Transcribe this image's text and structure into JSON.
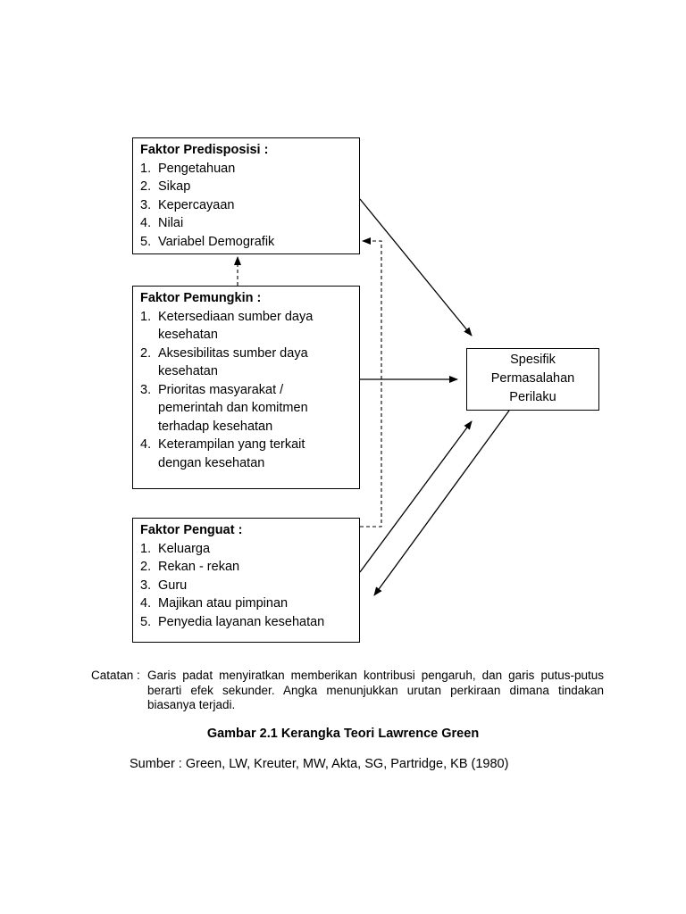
{
  "diagram": {
    "predisposisi": {
      "title": "Faktor Predisposisi :",
      "items": [
        {
          "num": "1.",
          "lines": [
            "Pengetahuan"
          ]
        },
        {
          "num": "2.",
          "lines": [
            "Sikap"
          ]
        },
        {
          "num": "3.",
          "lines": [
            "Kepercayaan"
          ]
        },
        {
          "num": "4.",
          "lines": [
            "Nilai"
          ]
        },
        {
          "num": "5.",
          "lines": [
            "Variabel Demografik"
          ]
        }
      ]
    },
    "pemungkin": {
      "title": "Faktor Pemungkin :",
      "items": [
        {
          "num": "1.",
          "lines": [
            "Ketersediaan sumber daya",
            "kesehatan"
          ]
        },
        {
          "num": "2.",
          "lines": [
            "Aksesibilitas sumber daya",
            "kesehatan"
          ]
        },
        {
          "num": "3.",
          "lines": [
            "Prioritas masyarakat /",
            "pemerintah dan komitmen",
            "terhadap kesehatan"
          ]
        },
        {
          "num": "4.",
          "lines": [
            "Keterampilan yang terkait",
            "dengan kesehatan"
          ]
        }
      ]
    },
    "penguat": {
      "title": "Faktor Penguat :",
      "items": [
        {
          "num": "1.",
          "lines": [
            "Keluarga"
          ]
        },
        {
          "num": "2.",
          "lines": [
            "Rekan - rekan"
          ]
        },
        {
          "num": "3.",
          "lines": [
            "Guru"
          ]
        },
        {
          "num": "4.",
          "lines": [
            "Majikan atau pimpinan"
          ]
        },
        {
          "num": "5.",
          "lines": [
            "Penyedia layanan kesehatan"
          ]
        }
      ]
    },
    "spesifik": {
      "lines": [
        "Spesifik",
        "Permasalahan",
        "Perilaku"
      ]
    }
  },
  "note": {
    "label": "Catatan :",
    "text": "Garis padat menyiratkan memberikan kontribusi pengaruh, dan garis putus-putus berarti efek sekunder. Angka menunjukkan urutan perkiraan dimana tindakan biasanya terjadi."
  },
  "caption": "Gambar 2.1 Kerangka Teori Lawrence Green",
  "source": "Sumber : Green, LW, Kreuter, MW, Akta, SG, Partridge, KB (1980)"
}
